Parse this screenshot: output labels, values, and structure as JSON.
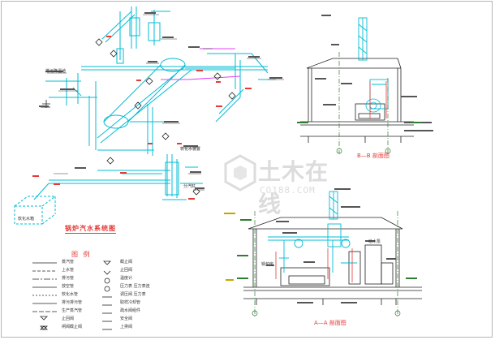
{
  "drawing": {
    "system_diagram_title": "锅炉汽水系统图",
    "section_bb_title": "B—B 剖面图",
    "section_aa_title": "A—A 剖面图",
    "legend_title": "图 例",
    "legend_left": [
      "蒸汽管",
      "上水管",
      "排污管",
      "放空管",
      "软化水管",
      "排污排污管",
      "生产蒸汽管",
      "止回阀",
      "闸阀截止阀"
    ],
    "legend_right": [
      "截止阀",
      "止回阀",
      "温度计",
      "压力表 压力表连",
      "调压阀 压力表",
      "取样冷却管",
      "疏水阀组件",
      "安全阀",
      "上排阀"
    ],
    "callouts": {
      "boiler": "锅炉房",
      "cylinder": "分汽缸",
      "water_tank": "软化水箱",
      "drain_tank": "排污降温池",
      "softener": "软化水装置",
      "pump": "给水泵"
    },
    "watermark": {
      "main": "土木在线",
      "sub": "CO188.COM"
    },
    "colors": {
      "pipe": "#00bcd4",
      "annot": "#333333",
      "steam": "#e040fb",
      "red_tag": "#e53935",
      "green_axis": "#2e7d32",
      "yellow_axis": "#c8a400"
    }
  }
}
